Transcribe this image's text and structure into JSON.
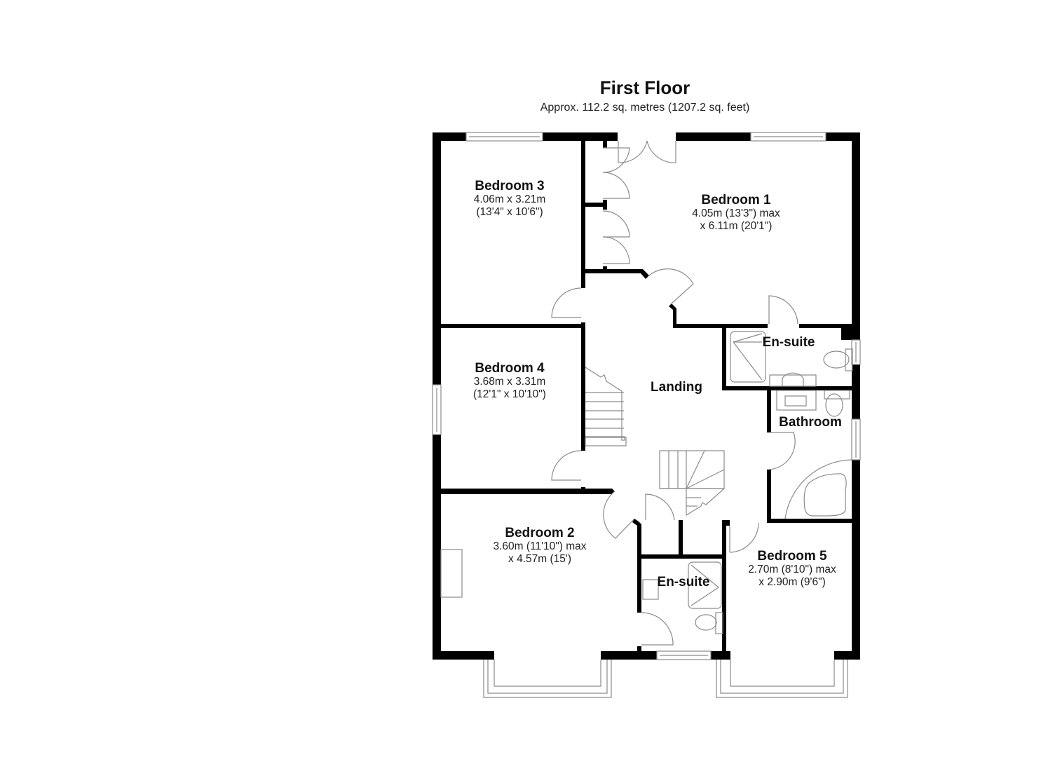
{
  "header": {
    "title": "First Floor",
    "subtitle": "Approx. 112.2 sq. metres (1207.2 sq. feet)"
  },
  "rooms": [
    {
      "id": "bedroom-3",
      "name": "Bedroom 3",
      "dim1": "4.06m x 3.21m",
      "dim2": "(13'4\" x 10'6\")"
    },
    {
      "id": "bedroom-1",
      "name": "Bedroom 1",
      "dim1": "4.05m (13'3\") max",
      "dim2": "x 6.11m (20'1\")"
    },
    {
      "id": "bedroom-4",
      "name": "Bedroom 4",
      "dim1": "3.68m x 3.31m",
      "dim2": "(12'1\" x 10'10\")"
    },
    {
      "id": "landing",
      "name": "Landing"
    },
    {
      "id": "en-suite-1",
      "name": "En-suite"
    },
    {
      "id": "bathroom",
      "name": "Bathroom"
    },
    {
      "id": "bedroom-2",
      "name": "Bedroom 2",
      "dim1": "3.60m (11'10\") max",
      "dim2": "x 4.57m (15')"
    },
    {
      "id": "en-suite-2",
      "name": "En-suite"
    },
    {
      "id": "bedroom-5",
      "name": "Bedroom 5",
      "dim1": "2.70m (8'10\") max",
      "dim2": "x 2.90m (9'6\")"
    }
  ],
  "colors": {
    "wall": "#000000",
    "fixture_line": "#8a8a8a",
    "background": "#ffffff"
  }
}
